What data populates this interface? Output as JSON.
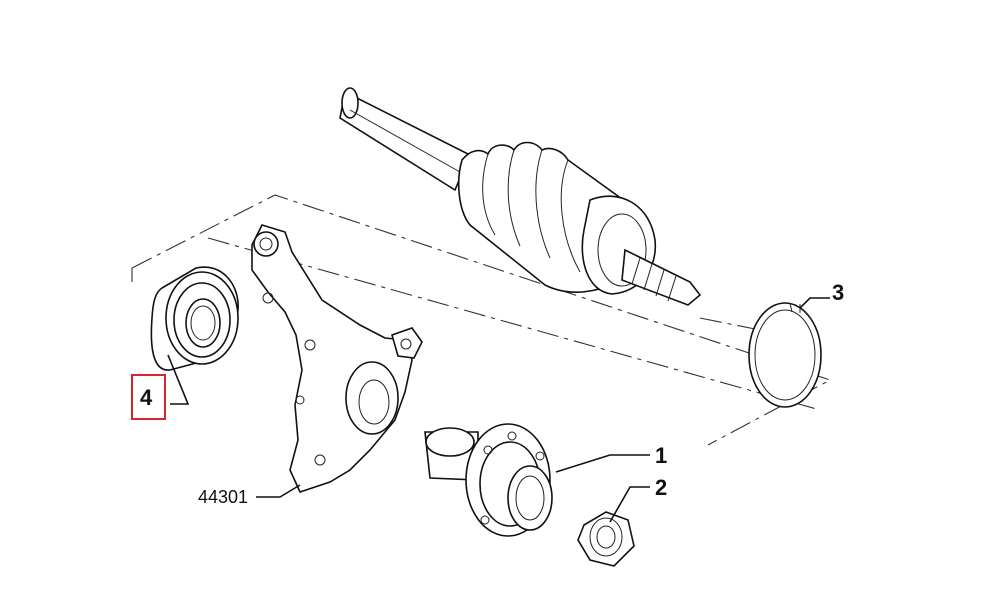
{
  "callouts": {
    "hub": "1",
    "nut": "2",
    "snap_ring": "3",
    "bearing": "4",
    "knuckle": "44301"
  },
  "highlight_color": "#d9232e"
}
